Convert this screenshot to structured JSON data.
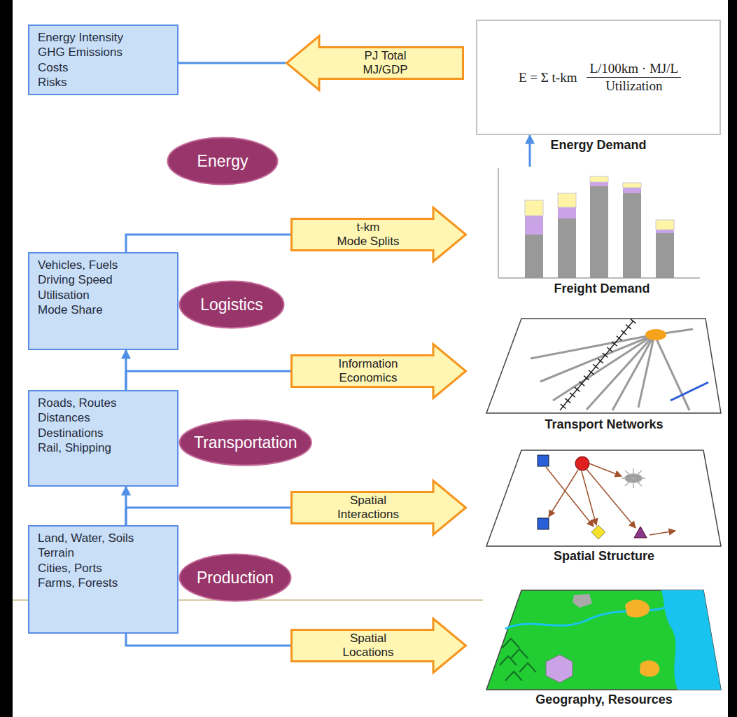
{
  "diagram": {
    "nodes": [
      {
        "text": [
          "Energy Intensity",
          "GHG Emissions",
          "Costs",
          "Risks"
        ]
      },
      {
        "text": [
          "PJ Total",
          "MJ/GDP"
        ]
      },
      {
        "text": [
          "E = Σ t-km",
          "L/100km · MJ/L",
          "Utilization",
          "Energy Demand"
        ]
      },
      {
        "text": [
          "Energy"
        ]
      },
      {
        "text": [
          "t-km",
          "Mode Splits"
        ]
      },
      {
        "text": [
          "Freight Demand"
        ]
      },
      {
        "text": [
          "Vehicles, Fuels",
          "Driving Speed",
          "Utilisation",
          "Mode Share"
        ]
      },
      {
        "text": [
          "Logistics"
        ]
      },
      {
        "text": [
          "Information",
          "Economics"
        ]
      },
      {
        "text": [
          "Transport Networks"
        ]
      },
      {
        "text": [
          "Roads, Routes",
          "Distances",
          "Destinations",
          "Rail, Shipping"
        ]
      },
      {
        "text": [
          "Transportation"
        ]
      },
      {
        "text": [
          "Spatial Interactions"
        ]
      },
      {
        "text": [
          "Spatial Structure"
        ]
      },
      {
        "text": [
          "Land, Water, Soils",
          "Terrain",
          "Cities, Ports",
          "Farms, Forests"
        ]
      },
      {
        "text": [
          "Production"
        ]
      },
      {
        "text": [
          "Spatial Locations"
        ]
      },
      {
        "text": [
          "Geography, Resources"
        ]
      }
    ],
    "edges": [
      {
        "from": 0,
        "to": 1,
        "arrow": "none"
      },
      {
        "from": 6,
        "to": 4,
        "arrow": "none"
      },
      {
        "from": 10,
        "to": 8,
        "arrow": "none"
      },
      {
        "from": 10,
        "to": 6,
        "arrow": "to"
      },
      {
        "from": 14,
        "to": 12,
        "arrow": "none"
      },
      {
        "from": 14,
        "to": 10,
        "arrow": "to"
      },
      {
        "from": 14,
        "to": 16,
        "arrow": "none"
      },
      {
        "from": 5,
        "to": 2,
        "arrow": "to"
      }
    ]
  }
}
